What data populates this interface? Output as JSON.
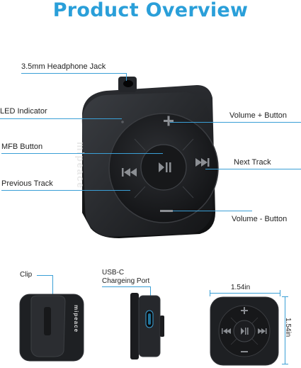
{
  "title": "Product Overview",
  "brand": "mipeace",
  "labels": {
    "headphone_jack": "3.5mm Headphone Jack",
    "led_indicator": "LED Indicator",
    "mfb_button": "MFB Button",
    "previous_track": "Previous Track",
    "volume_up": "Volume + Button",
    "next_track": "Next Track",
    "volume_down": "Volume - Button",
    "clip": "Clip",
    "usb_c_line1": "USB-C",
    "usb_c_line2": "Chargeing Port",
    "width_dim": "1.54in",
    "height_dim": "1.54in"
  },
  "colors": {
    "title": "#2a9fd9",
    "leader_line": "#3a9fd6",
    "device": "#1f2124"
  },
  "icons": [
    "plus-icon",
    "minus-icon",
    "play-pause-icon",
    "previous-track-icon",
    "next-track-icon"
  ]
}
